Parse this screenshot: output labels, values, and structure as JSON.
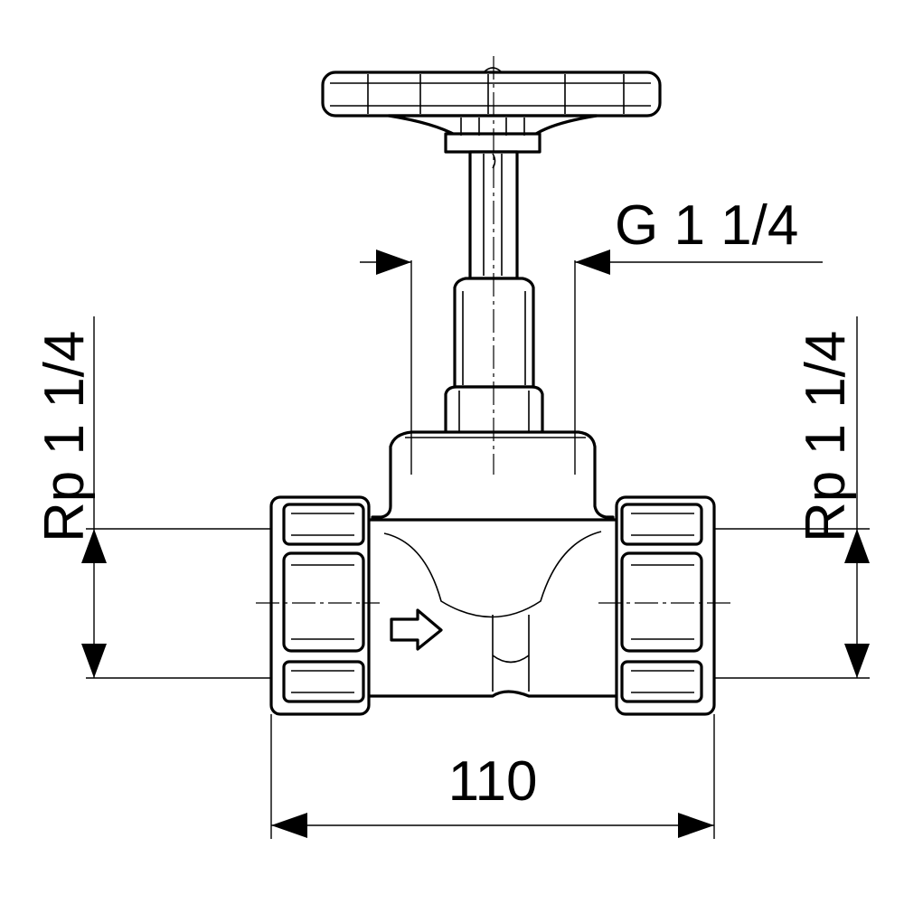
{
  "dimensions": {
    "top_thread": "G 1 1/4",
    "left_thread": "Rp 1 1/4",
    "right_thread": "Rp 1 1/4",
    "overall_length": "110"
  }
}
